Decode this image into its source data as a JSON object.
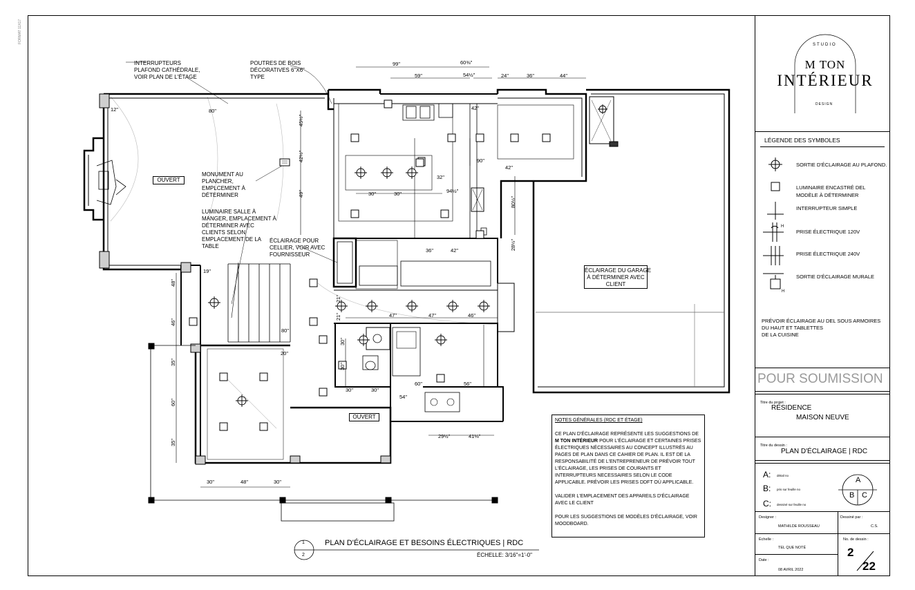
{
  "sheet": {
    "side_label": "FORMAT 11X17",
    "plan_callout_1": "1",
    "plan_callout_2": "2",
    "plan_title": "PLAN D'ÉCLAIRAGE ET BESOINS ÉLECTRIQUES | RDC",
    "plan_scale": "ÉCHELLE: 3/16\"=1'-0\""
  },
  "notes": {
    "interrupteurs": "INTERRUPTEURS\nPLAFOND CATHÉDRALE,\nVOIR PLAN DE L'ÉTAGE",
    "poutres": "POUTRES DE BOIS\nDÉCORATIVES 6\"X6\"\nTYPE",
    "monument": "MONUMENT AU\nPLANCHER,\nEMPLCEMENT À\nDÉTERMINER",
    "luminaire_salle": "LUMINAIRE SALLE À\nMANGER, EMPLACEMENT À\nDÉTERMINER AVEC\nCLIENTS SELON\nEMPLACEMENT DE LA\nTABLE",
    "cellier": "ÉCLAIRAGE POUR\nCELLIER, VOIR AVEC\nFOURNISSEUR",
    "garage": "ÉCLAIRAGE DU GARAGE\nÀ DÉTERMINER AVEC\nCLIENT",
    "ouvert_1": "OUVERT",
    "ouvert_2": "OUVERT"
  },
  "dimensions": {
    "d99": "99\"",
    "d60": "60⅜\"",
    "d59": "59\"",
    "d54": "54½\"",
    "d24": "24\"",
    "d36": "36\"",
    "d44": "44\"",
    "d45": "45½\"",
    "d42": "42½\"",
    "d49": "49\"",
    "d30a": "30\"",
    "d30b": "30\"",
    "d94": "94½\"",
    "d80": "80½\"",
    "d28": "28½\"",
    "d32": "32\"",
    "d19": "19\"",
    "d48v": "48\"",
    "d46v": "46\"",
    "d35a": "35\"",
    "d60v": "60\"",
    "d35b": "35\"",
    "d30c": "30\"",
    "d48h": "48\"",
    "d30d": "30\"",
    "d21a": "21\"",
    "d21b": "21\"",
    "d47a": "47\"",
    "d47b": "47\"",
    "d46h": "46\"",
    "d30e": "30\"",
    "d30f": "30\"",
    "d30g": "30\"",
    "d30h": "30\"",
    "d60h": "60\"",
    "d56": "56\"",
    "d54s": "54\"",
    "d29": "29½\"",
    "d41": "41⅛\"",
    "d20": "20\"",
    "d80s": "80\"",
    "d12": "12\"",
    "d80t": "80\"",
    "d42t": "42\"",
    "d90": "90\"",
    "d42u": "42\"",
    "d36t": "36\"",
    "d42v": "42\""
  },
  "notes_box": {
    "title": "NOTES GÉNÉRALES  (RDC ET ÉTAGE)",
    "para1_a": "CE PLAN D'ÉCLAIRAGE REPRÉSENTE LES SUGGESTIONS DE",
    "para1_brand": "M TON INTÉRIEUR",
    "para1_b": "POUR L'ÉCLAIRAGE ET CERTAINES PRISES ÉLECTRIQUES NÉCESSAIRES AU CONCEPT ILLUSTRÉS AU PAGES DE PLAN DANS CE CAHIER DE PLAN. IL EST DE LA RESPONSABILITÉ DE L'ENTREPRENEUR DE PRÉVOIR TOUT L'ÉCLAIRAGE, LES PRISES DE COURANTS ET INTERRUPTEURS NECESSAIRES SELON LE CODE APPLICABLE. PRÉVOIR LES PRISES DDFT OÙ APPLICABLE.",
    "para2": "VALIDER L'EMPLACEMENT DES APPAREILS D'ÉCLAIRAGE AVEC LE CLIENT",
    "para3": "POUR LES SUGGESTIONS DE MODÈLES D'ÉCLAIRAGE, VOIR MOODBOARD."
  },
  "title_block": {
    "logo_top": "STUDIO",
    "logo_line1": "M TON",
    "logo_line2": "INTÉRIEUR",
    "logo_bottom": "DESIGN",
    "legend_title": "LÉGENDE DES SYMBOLES",
    "legend": [
      {
        "icon": "ceiling-outlet-icon",
        "label": "SORTIE D'ÉCLAIRAGE AU PLAFOND."
      },
      {
        "icon": "recessed-light-icon",
        "label": "LUMINAIRE ENCASTRÉ DEL\nMODÈLE À DÉTERMINER"
      },
      {
        "icon": "switch-icon",
        "label": "INTERRUPTEUR SIMPLE"
      },
      {
        "icon": "outlet-120v-icon",
        "label": "PRISE ÉLECTRIQUE 120V"
      },
      {
        "icon": "outlet-240v-icon",
        "label": "PRISE ÉLECTRIQUE 240V"
      },
      {
        "icon": "wall-outlet-icon",
        "label": "SORTIE D'ÉCLAIRAGE MURALE"
      }
    ],
    "legend_note": "PRÉVOIR ÉCLAIRAGE AU DEL SOUS ARMOIRES\nDU HAUT ET TABLETTES\nDE LA CUISINE",
    "status": "POUR SOUMISSION",
    "project_label": "Titre du projet :",
    "project_line1": "RÉSIDENCE",
    "project_line2": "MAISON NEUVE",
    "drawing_label": "Titre du dessin :",
    "drawing_title": "PLAN D'ÉCLAIRAGE | RDC",
    "key": [
      {
        "letter": "A:",
        "text": "détail no"
      },
      {
        "letter": "B:",
        "text": "pris sur feuille no"
      },
      {
        "letter": "C:",
        "text": "dessiné sur feuille no"
      }
    ],
    "key_circle": {
      "a": "A",
      "b": "B",
      "c": "C"
    },
    "designer_label": "Designer :",
    "designer": "MATHILDE ROUSSEAU",
    "drawn_label": "Dessiné par :",
    "drawn": "C.S.",
    "scale_label": "Échelle :",
    "scale": "TEL QUE NOTÉ",
    "sheet_label": "No. de dessin :",
    "sheet_no": "2",
    "sheet_total": "22",
    "date_label": "Date :",
    "date": "08 AVRIL 2022"
  }
}
